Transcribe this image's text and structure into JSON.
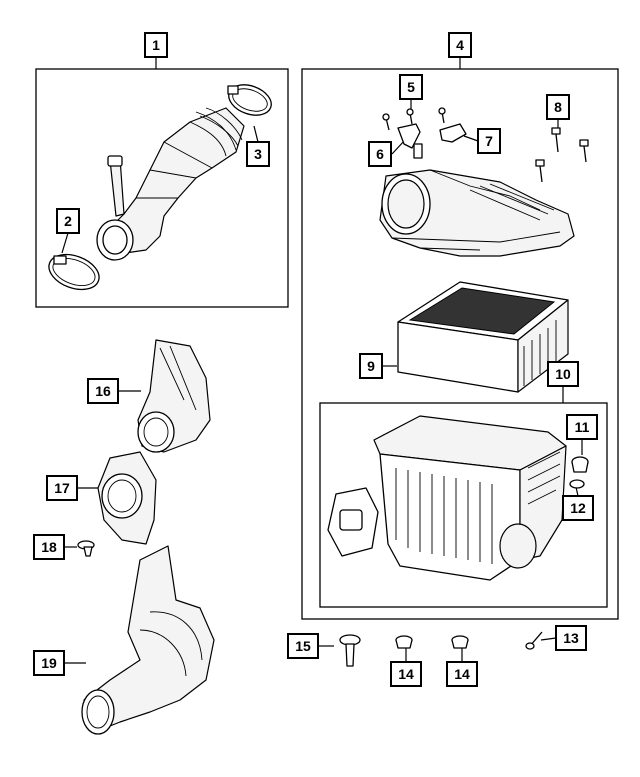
{
  "callouts": [
    {
      "id": "1",
      "label": "1"
    },
    {
      "id": "2",
      "label": "2"
    },
    {
      "id": "3",
      "label": "3"
    },
    {
      "id": "4",
      "label": "4"
    },
    {
      "id": "5",
      "label": "5"
    },
    {
      "id": "6",
      "label": "6"
    },
    {
      "id": "7",
      "label": "7"
    },
    {
      "id": "8",
      "label": "8"
    },
    {
      "id": "9",
      "label": "9"
    },
    {
      "id": "10",
      "label": "10"
    },
    {
      "id": "11",
      "label": "11"
    },
    {
      "id": "12",
      "label": "12"
    },
    {
      "id": "13",
      "label": "13"
    },
    {
      "id": "14a",
      "label": "14"
    },
    {
      "id": "14b",
      "label": "14"
    },
    {
      "id": "15",
      "label": "15"
    },
    {
      "id": "16",
      "label": "16"
    },
    {
      "id": "17",
      "label": "17"
    },
    {
      "id": "18",
      "label": "18"
    },
    {
      "id": "19",
      "label": "19"
    }
  ]
}
